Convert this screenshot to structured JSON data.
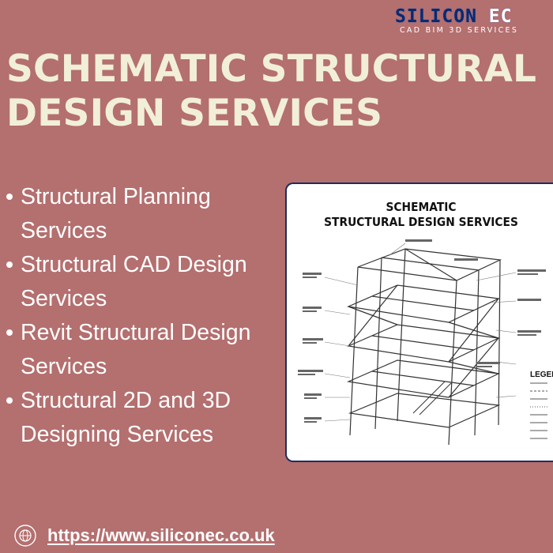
{
  "logo": {
    "mark_part1": "SILICON",
    "mark_part2": "EC",
    "tagline": "CAD BIM 3D SERVICES"
  },
  "headline": {
    "line1": "SCHEMATIC STRUCTURAL",
    "line2": "DESIGN SERVICES"
  },
  "services": [
    {
      "label": "Structural Planning Services"
    },
    {
      "label": "Structural CAD Design Services"
    },
    {
      "label": "Revit Structural Design Services"
    },
    {
      "label": "Structural 2D and 3D Designing Services"
    }
  ],
  "illustration": {
    "title_line1": "SCHEMATIC",
    "title_line2": "STRUCTURAL DESIGN SERVICES",
    "legend_title": "LEGEND"
  },
  "footer": {
    "url": "https://www.siliconec.co.uk"
  },
  "colors": {
    "background": "#b46f6f",
    "headline": "#f2efd8",
    "logo": "#0a2a6e",
    "card_border": "#1c2d5e"
  },
  "icons": {
    "footer": "globe-icon"
  }
}
